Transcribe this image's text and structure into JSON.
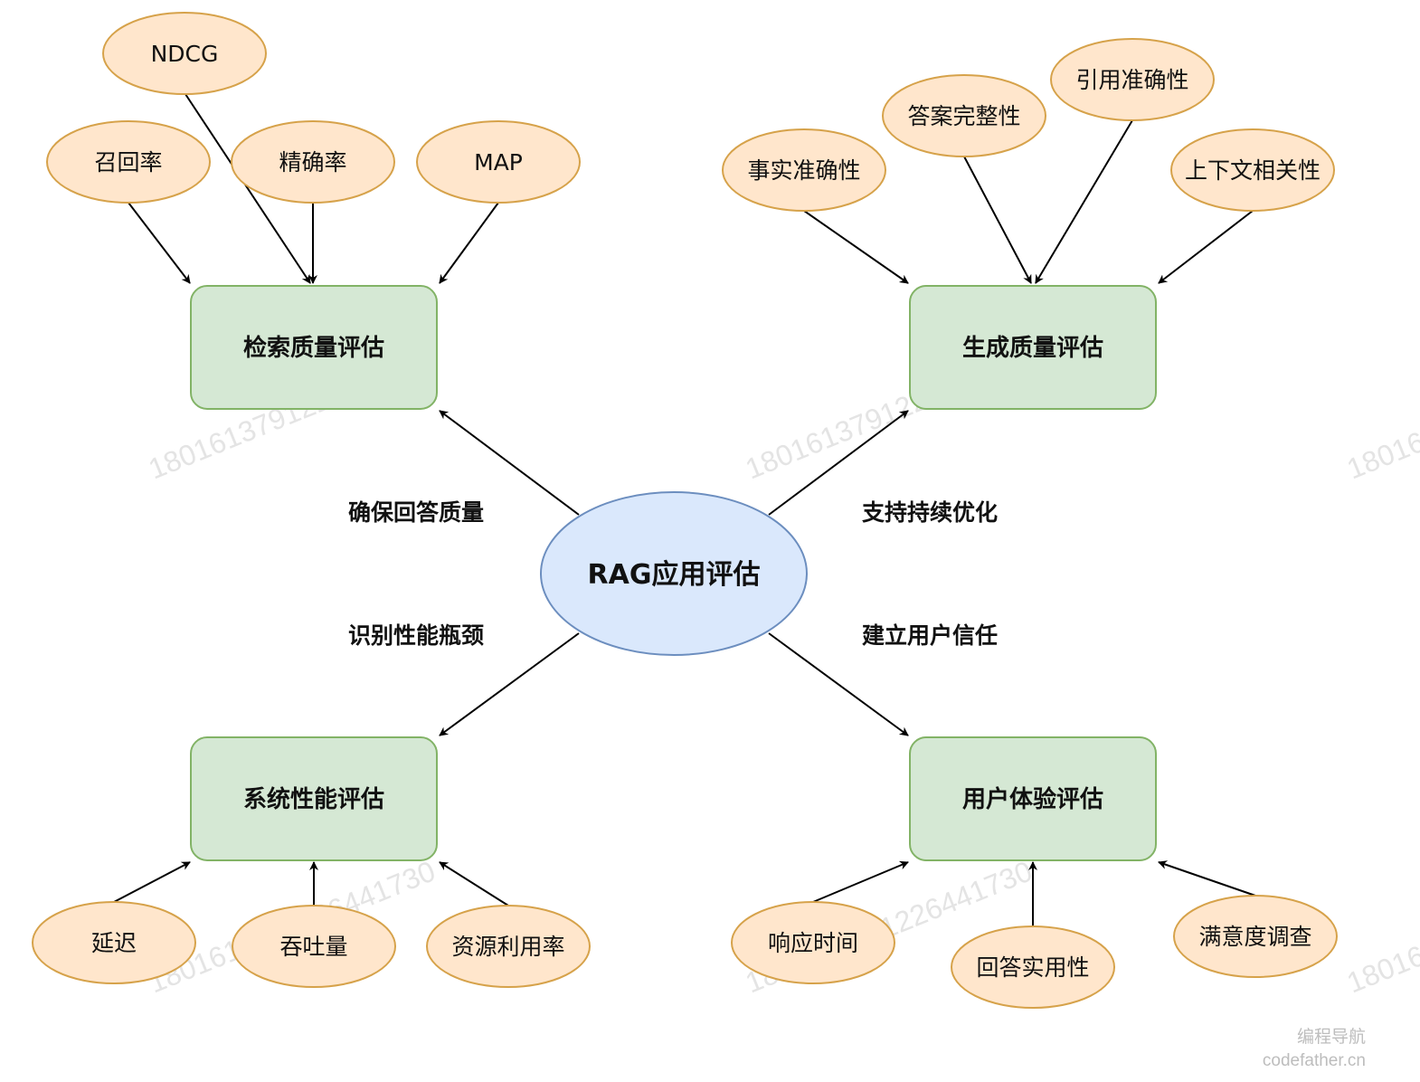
{
  "center": {
    "label": "RAG应用评估"
  },
  "colors": {
    "leaf_fill": "#ffe6cc",
    "leaf_stroke": "#d6a24a",
    "box_fill": "#d5e8d4",
    "box_stroke": "#82b366",
    "center_fill": "#dae8fc",
    "center_stroke": "#6c8ebf",
    "edge": "#000000"
  },
  "categories": [
    {
      "label": "检索质量评估",
      "edge_label": "确保回答质量",
      "leaves": [
        "NDCG",
        "召回率",
        "精确率",
        "MAP"
      ]
    },
    {
      "label": "生成质量评估",
      "edge_label": "支持持续优化",
      "leaves": [
        "事实准确性",
        "答案完整性",
        "引用准确性",
        "上下文相关性"
      ]
    },
    {
      "label": "系统性能评估",
      "edge_label": "识别性能瓶颈",
      "leaves": [
        "延迟",
        "吞吐量",
        "资源利用率"
      ]
    },
    {
      "label": "用户体验评估",
      "edge_label": "建立用户信任",
      "leaves": [
        "响应时间",
        "回答实用性",
        "满意度调查"
      ]
    }
  ],
  "watermark": {
    "id_text": "18016137912264417​30",
    "brand_cn": "编程导航",
    "brand_url": "codefather.cn"
  }
}
